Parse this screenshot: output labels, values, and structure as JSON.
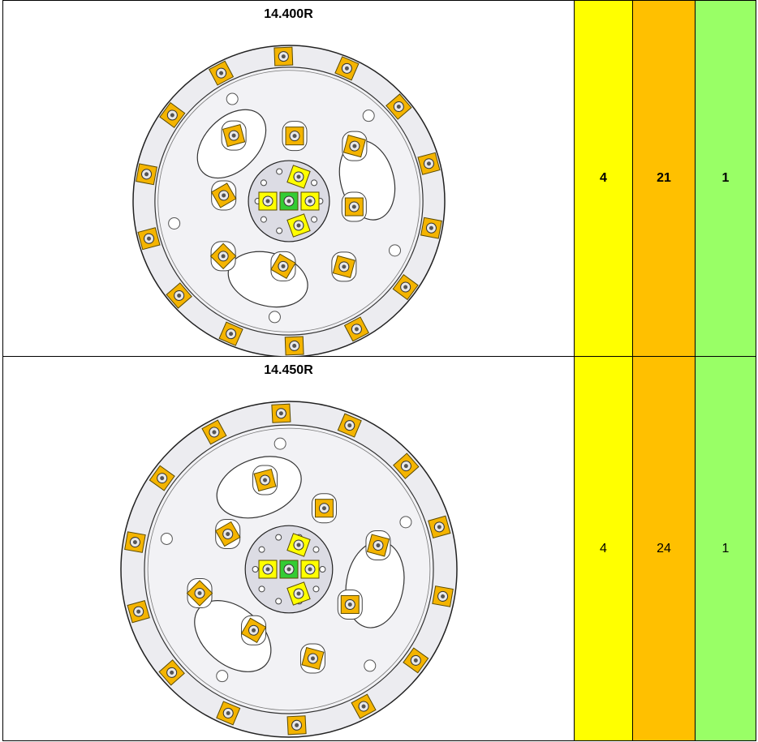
{
  "rows": [
    {
      "part_number": "14.400R",
      "yellow_value": "4",
      "orange_value": "21",
      "green_value": "1"
    },
    {
      "part_number": "14.450R",
      "yellow_value": "4",
      "orange_value": "24",
      "green_value": "1"
    }
  ],
  "colors": {
    "yellow": "#ffff00",
    "orange": "#ffc000",
    "green": "#99ff66",
    "insert": "#f4b400",
    "center_insert": "#33cc33"
  },
  "icons": [
    "cutter-head-drawing"
  ]
}
